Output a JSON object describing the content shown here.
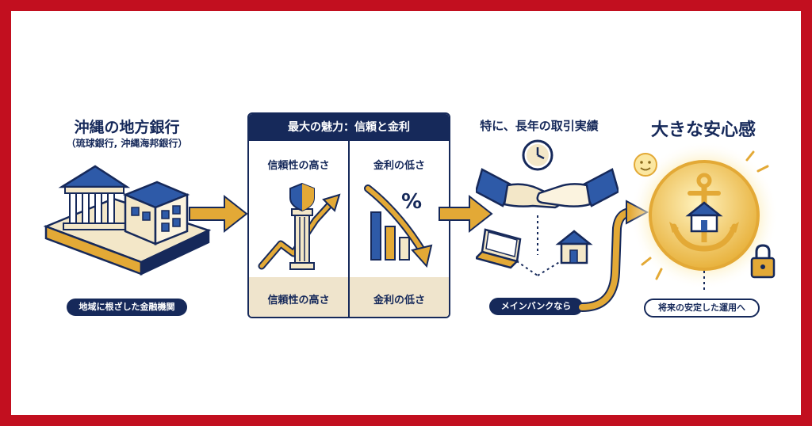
{
  "section1": {
    "title": "沖縄の地方銀行",
    "subtitle": "（琉球銀行, 沖縄海邦銀行）",
    "tag": "地域に根ざした金融機関"
  },
  "section2": {
    "header": "最大の魅力：信頼と金利",
    "col1_top": "信頼性の高さ",
    "col2_top": "金利の低さ",
    "col1_bottom": "信頼性の高さ",
    "col2_bottom": "金利の低さ",
    "percent_symbol": "%"
  },
  "section3": {
    "title": "特に、長年の取引実績",
    "tag": "メインバンクなら"
  },
  "section4": {
    "title": "大きな安心感",
    "tag": "将来の安定した運用へ"
  },
  "colors": {
    "frame": "#c20f1f",
    "navy": "#16295a",
    "gold": "#e3a936",
    "beige": "#efe4cc"
  }
}
